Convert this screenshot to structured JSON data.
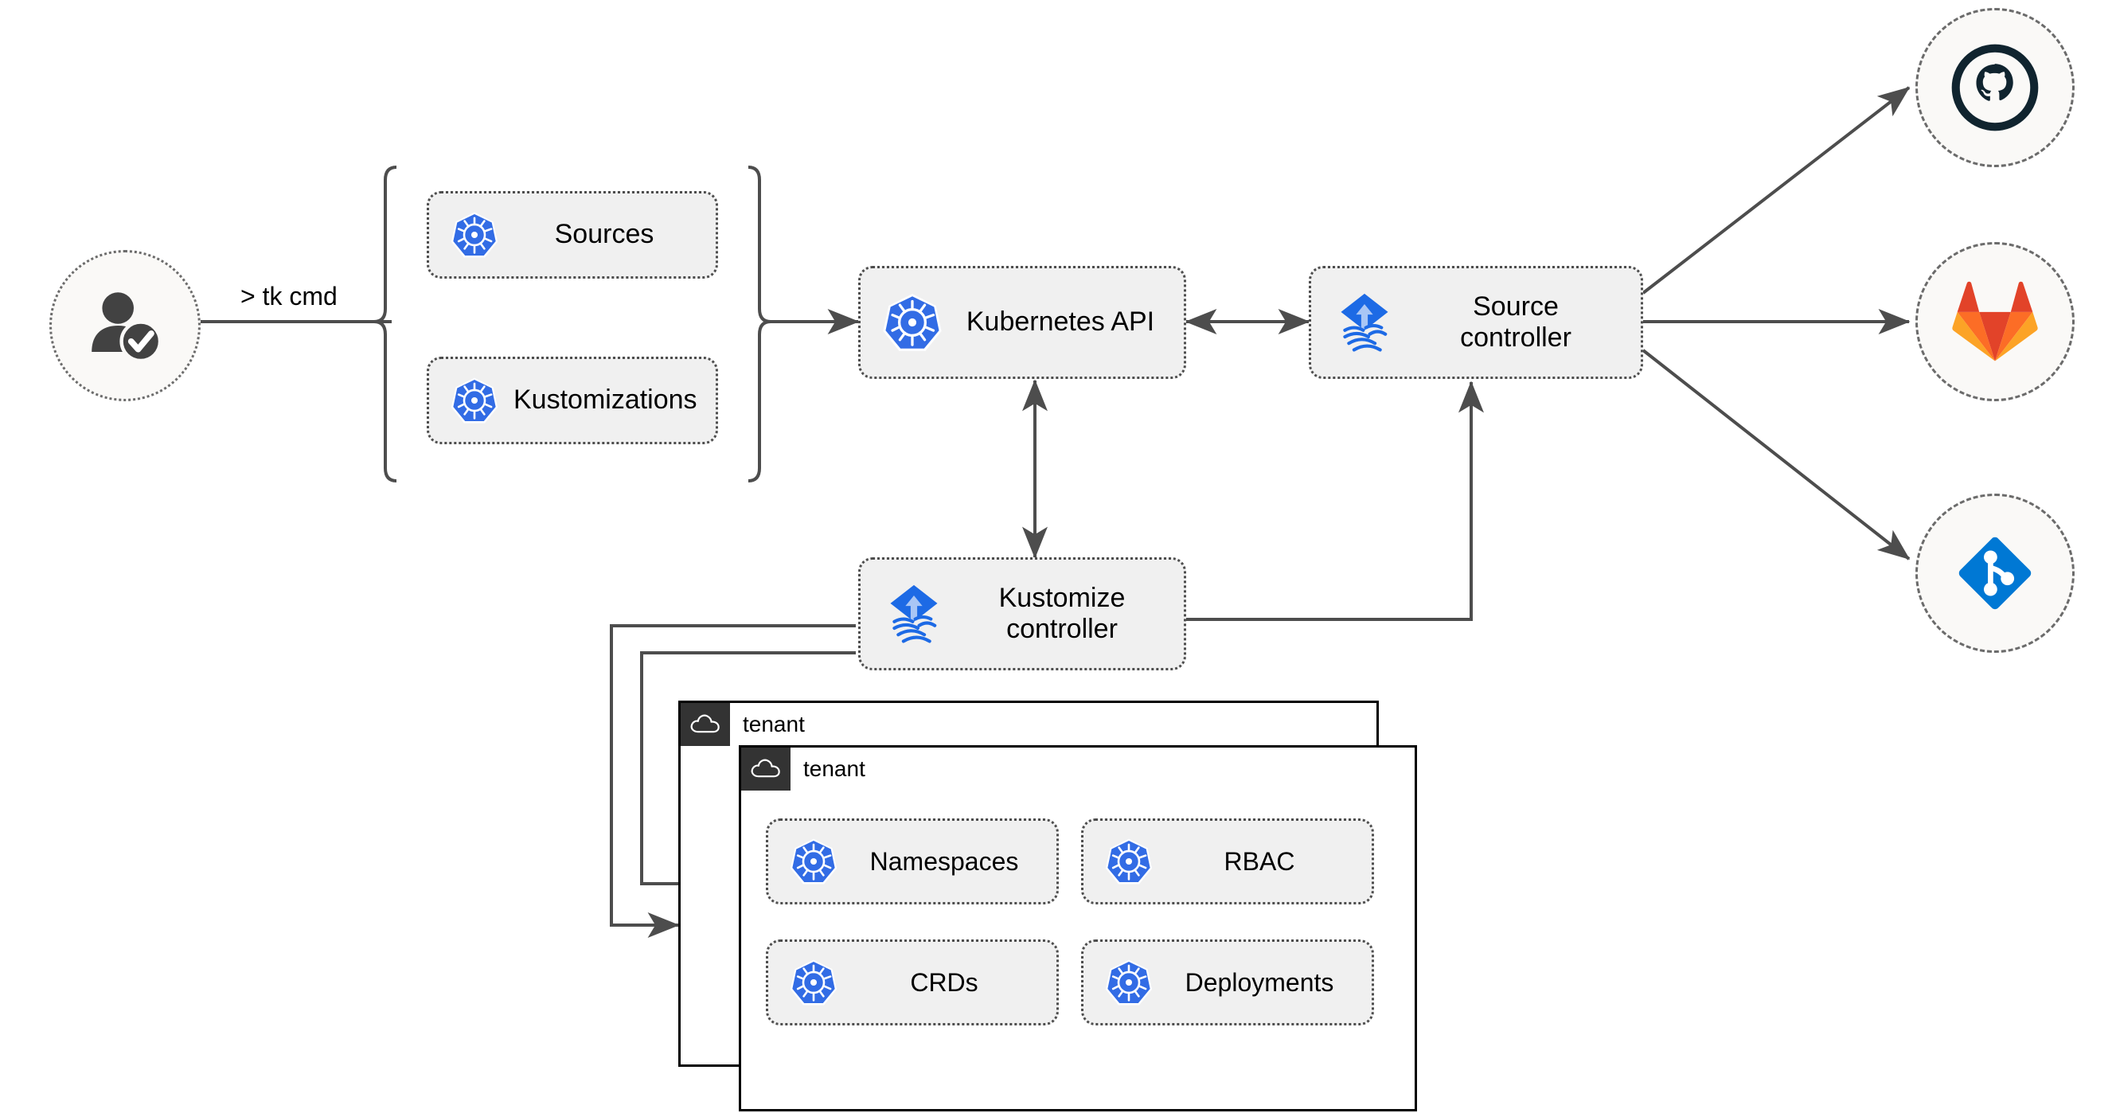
{
  "diagram": {
    "title": "Flux GitOps multi-tenancy architecture",
    "background": "#ffffff",
    "accent_blue": "#2f6fde",
    "kubernetes_blue": "#326ce5",
    "gitlab_red": "#e24329",
    "gitlab_orange": "#fc6d26",
    "gitlab_light_orange": "#fca326",
    "azure_blue": "#0078d4",
    "github_dark": "#10242f",
    "card_fill": "#f0f0f0",
    "card_border": "#4d4d4d",
    "edge_color": "#4d4d4d"
  },
  "actor": {
    "name": "authenticated-user",
    "icon": "user-check-icon"
  },
  "command": {
    "label": "> tk cmd"
  },
  "crd_group": {
    "items": [
      {
        "label": "Sources",
        "icon": "kubernetes-icon"
      },
      {
        "label": "Kustomizations",
        "icon": "kubernetes-icon"
      }
    ]
  },
  "cluster": {
    "api": {
      "label": "Kubernetes API",
      "icon": "kubernetes-icon"
    },
    "source_controller": {
      "label": "Source\ncontroller",
      "icon": "flux-icon"
    },
    "kustomize_controller": {
      "label": "Kustomize\ncontroller",
      "icon": "flux-icon"
    }
  },
  "tenants": [
    {
      "title": "tenant",
      "icon": "cloud-icon"
    },
    {
      "title": "tenant",
      "icon": "cloud-icon",
      "resources": [
        {
          "label": "Namespaces",
          "icon": "kubernetes-icon"
        },
        {
          "label": "RBAC",
          "icon": "kubernetes-icon"
        },
        {
          "label": "CRDs",
          "icon": "kubernetes-icon"
        },
        {
          "label": "Deployments",
          "icon": "kubernetes-icon"
        }
      ]
    }
  ],
  "git_providers": [
    {
      "name": "github",
      "icon": "github-icon"
    },
    {
      "name": "gitlab",
      "icon": "gitlab-icon"
    },
    {
      "name": "azure-repos",
      "icon": "azure-repos-icon"
    }
  ]
}
